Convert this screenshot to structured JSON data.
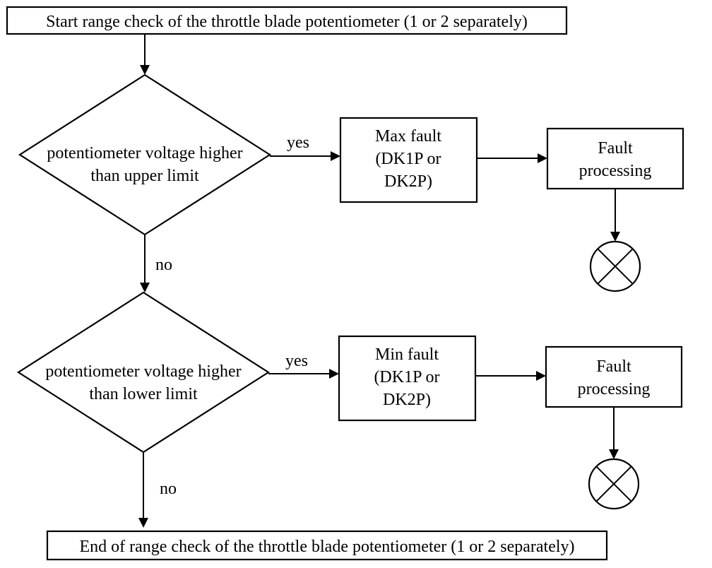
{
  "start_box": {
    "text": "Start range check of the throttle blade potentiometer (1 or 2 separately)"
  },
  "end_box": {
    "text": "End of range check of the throttle blade potentiometer (1 or 2 separately)"
  },
  "decision_upper": {
    "line1": "potentiometer voltage higher",
    "line2": "than upper limit",
    "yes_label": "yes",
    "no_label": "no"
  },
  "decision_lower": {
    "line1": "potentiometer voltage higher",
    "line2": "than lower limit",
    "yes_label": "yes",
    "no_label": "no"
  },
  "max_fault_box": {
    "line1": "Max fault",
    "line2": "(DK1P or",
    "line3": "DK2P)"
  },
  "min_fault_box": {
    "line1": "Min fault",
    "line2": "(DK1P or",
    "line3": "DK2P)"
  },
  "fault_processing_upper": {
    "line1": "Fault",
    "line2": "processing"
  },
  "fault_processing_lower": {
    "line1": "Fault",
    "line2": "processing"
  },
  "terminators": {
    "icon": "circle-x-icon"
  },
  "colors": {
    "stroke": "#000000",
    "background": "#ffffff"
  }
}
